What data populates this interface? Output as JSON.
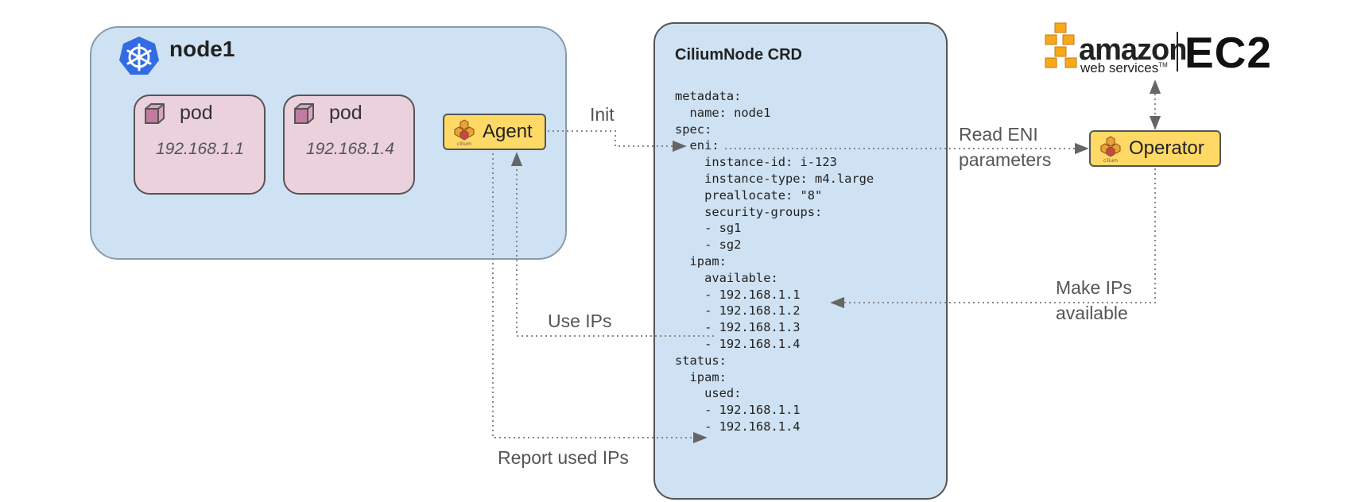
{
  "node": {
    "title": "node1",
    "pods": [
      {
        "label": "pod",
        "ip": "192.168.1.1"
      },
      {
        "label": "pod",
        "ip": "192.168.1.4"
      }
    ],
    "agent_label": "Agent"
  },
  "crd": {
    "title": "CiliumNode CRD",
    "code": "metadata:\n  name: node1\nspec:\n  eni:\n    instance-id: i-123\n    instance-type: m4.large\n    preallocate: \"8\"\n    security-groups:\n    - sg1\n    - sg2\n  ipam:\n    available:\n    - 192.168.1.1\n    - 192.168.1.2\n    - 192.168.1.3\n    - 192.168.1.4\nstatus:\n  ipam:\n    used:\n    - 192.168.1.1\n    - 192.168.1.4"
  },
  "operator": {
    "label": "Operator"
  },
  "aws": {
    "brand": "amazon",
    "sub": "web services",
    "tm": "TM",
    "product": "EC2"
  },
  "arrows": {
    "init": "Init",
    "read_eni_1": "Read ENI",
    "read_eni_2": "parameters",
    "make_ips_1": "Make IPs",
    "make_ips_2": "available",
    "use_ips": "Use IPs",
    "report_used": "Report used IPs"
  },
  "icons": {
    "kubernetes": "kubernetes-helm-icon",
    "pod": "cube-icon",
    "cilium": "cilium-logo-icon",
    "aws": "aws-cubes-logo"
  },
  "colors": {
    "node_bg": "#cfe2f3",
    "pod_bg": "#ead1dc",
    "agent_bg": "#ffd966",
    "k8s_blue": "#326ce5",
    "aws_orange": "#f7a81b"
  }
}
